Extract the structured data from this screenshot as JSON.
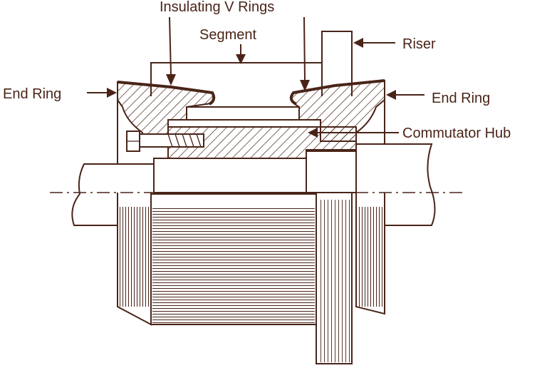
{
  "diagram": {
    "labels": {
      "insulating_v_rings": "Insulating V Rings",
      "segment": "Segment",
      "riser": "Riser",
      "end_ring_left": "End Ring",
      "end_ring_right": "End Ring",
      "commutator_hub": "Commutator Hub"
    },
    "colors": {
      "ink": "#4a2418",
      "background": "#ffffff"
    }
  }
}
